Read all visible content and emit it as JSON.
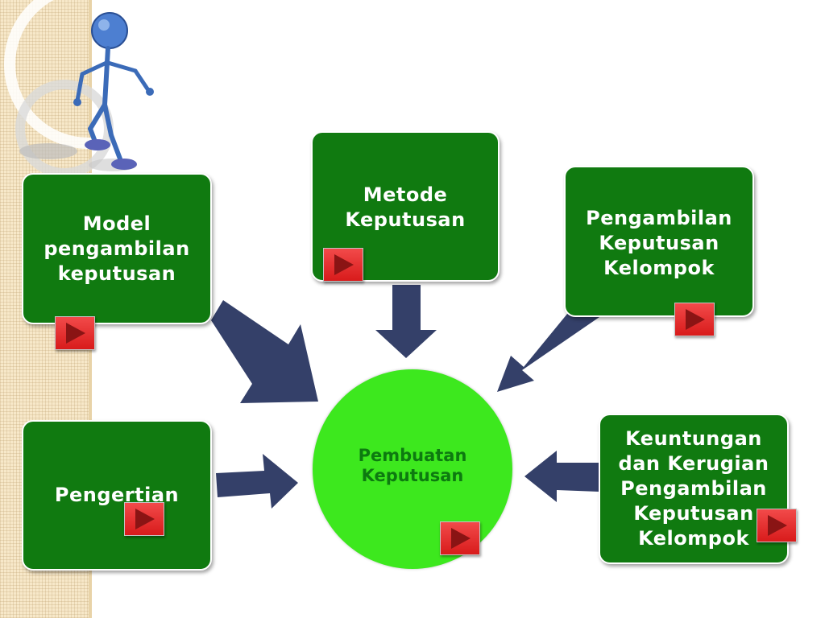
{
  "diagram": {
    "center_label": "Pembuatan\nKeputusan",
    "nodes": {
      "model": "Model\npengambilan\nkeputusan",
      "metode": "Metode\nKeputusan",
      "kelompok": "Pengambilan\nKeputusan\nKelompok",
      "pengertian": "Pengertian",
      "keuntungan": "Keuntungan\ndan Kerugian\nPengambilan\nKeputusan\nKelompok"
    }
  },
  "colors": {
    "box_fill": "#107a10",
    "center_fill": "#3de81e",
    "center_text": "#0d7a10",
    "arrow": "#344069",
    "button": "#e02828"
  },
  "icons": {
    "play_button": "play-triangle-icon",
    "mascot": "stick-figure-icon"
  }
}
